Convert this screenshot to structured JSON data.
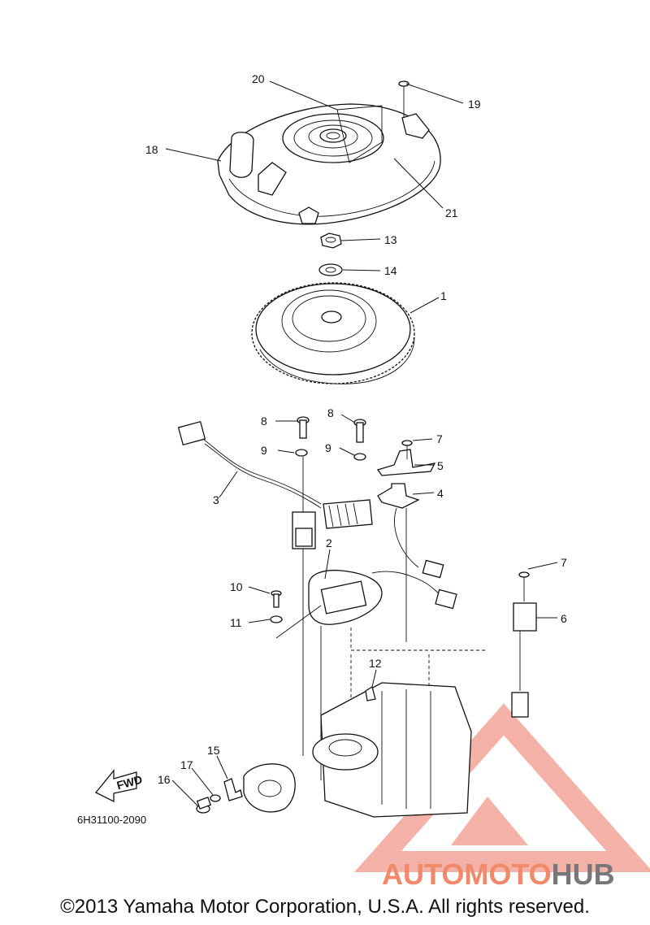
{
  "diagram": {
    "callouts": [
      {
        "id": "c20",
        "label": "20"
      },
      {
        "id": "c19",
        "label": "19"
      },
      {
        "id": "c18",
        "label": "18"
      },
      {
        "id": "c21",
        "label": "21"
      },
      {
        "id": "c13",
        "label": "13"
      },
      {
        "id": "c14",
        "label": "14"
      },
      {
        "id": "c1",
        "label": "1"
      },
      {
        "id": "c8a",
        "label": "8"
      },
      {
        "id": "c8b",
        "label": "8"
      },
      {
        "id": "c7a",
        "label": "7"
      },
      {
        "id": "c9a",
        "label": "9"
      },
      {
        "id": "c9b",
        "label": "9"
      },
      {
        "id": "c5",
        "label": "5"
      },
      {
        "id": "c4",
        "label": "4"
      },
      {
        "id": "c3",
        "label": "3"
      },
      {
        "id": "c2",
        "label": "2"
      },
      {
        "id": "c7b",
        "label": "7"
      },
      {
        "id": "c10",
        "label": "10"
      },
      {
        "id": "c11",
        "label": "11"
      },
      {
        "id": "c6",
        "label": "6"
      },
      {
        "id": "c12",
        "label": "12"
      },
      {
        "id": "c15",
        "label": "15"
      },
      {
        "id": "c17",
        "label": "17"
      },
      {
        "id": "c16",
        "label": "16"
      }
    ],
    "fwd_label": "FWD",
    "diagram_code": "6H31100-2090"
  },
  "watermark": {
    "part1": "AUTOMOTO",
    "part2": "HUB",
    "color_primary": "#f08a6a",
    "color_secondary": "#777777",
    "triangle_color": "#f2a49a"
  },
  "copyright": "©2013 Yamaha Motor Corporation, U.S.A. All rights reserved."
}
